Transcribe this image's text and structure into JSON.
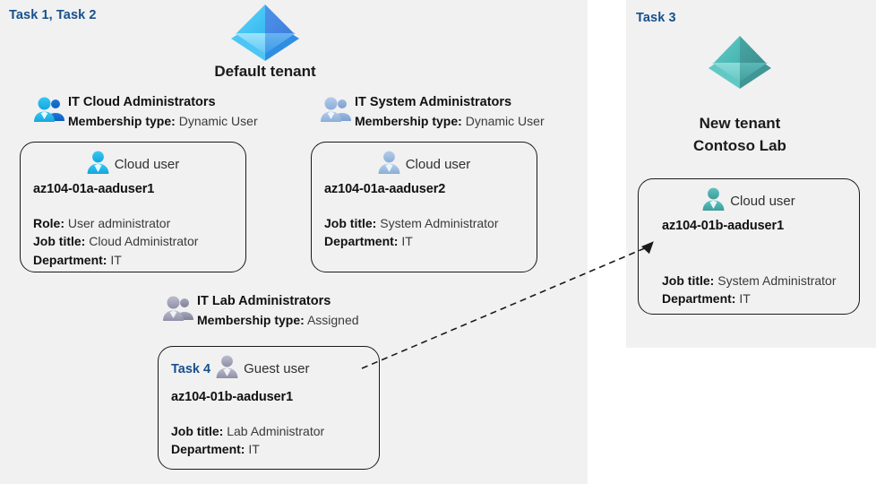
{
  "diagram": {
    "title": "Azure AD tenants, groups and users lab diagram",
    "colors": {
      "panel_bg": "#f1f1f1",
      "page_bg": "#ffffff",
      "task_blue": "#17508c",
      "tenant_blue": "#4aa8f0",
      "tenant_teal": "#4fb3b3",
      "card_border": "#1a1a1a",
      "label_dark": "#111111",
      "value_gray": "#3a3a3a"
    }
  },
  "left_panel": {
    "task_label": "Task 1, Task 2",
    "tenant": {
      "icon": "azure-ad-tenant-icon",
      "name": "Default tenant"
    },
    "groups": [
      {
        "icon": "group-users-icon",
        "name": "IT Cloud Administrators",
        "membership_label": "Membership type:",
        "membership_value": "Dynamic User"
      },
      {
        "icon": "group-users-icon",
        "name": "IT System Administrators",
        "membership_label": "Membership type:",
        "membership_value": "Dynamic User"
      },
      {
        "icon": "group-users-icon",
        "name": "IT Lab Administrators",
        "membership_label": "Membership type:",
        "membership_value": "Assigned"
      }
    ],
    "cards": [
      {
        "task": "",
        "user_icon": "cloud-user-icon",
        "user_type": "Cloud user",
        "username": "az104-01a-aaduser1",
        "properties": [
          {
            "label": "Role:",
            "value": "User administrator"
          },
          {
            "label": "Job title:",
            "value": "Cloud Administrator"
          },
          {
            "label": "Department:",
            "value": "IT"
          }
        ]
      },
      {
        "task": "",
        "user_icon": "cloud-user-icon",
        "user_type": "Cloud user",
        "username": "az104-01a-aaduser2",
        "properties": [
          {
            "label": "Job title:",
            "value": "System Administrator"
          },
          {
            "label": "Department:",
            "value": "IT"
          }
        ]
      },
      {
        "task": "Task 4",
        "user_icon": "guest-user-icon",
        "user_type": "Guest user",
        "username": "az104-01b-aaduser1",
        "properties": [
          {
            "label": "Job title:",
            "value": "Lab Administrator"
          },
          {
            "label": "Department:",
            "value": "IT"
          }
        ]
      }
    ]
  },
  "right_panel": {
    "task_label": "Task 3",
    "tenant": {
      "icon": "azure-ad-tenant-icon",
      "name_line1": "New  tenant",
      "name_line2": "Contoso Lab"
    },
    "card": {
      "user_icon": "cloud-user-icon",
      "user_type": "Cloud user",
      "username": "az104-01b-aaduser1",
      "properties": [
        {
          "label": "Job title:",
          "value": "System Administrator"
        },
        {
          "label": "Department:",
          "value": "IT"
        }
      ]
    }
  },
  "connector": {
    "name": "guest-invitation-arrow",
    "style": "dashed",
    "direction": "left-to-right"
  }
}
